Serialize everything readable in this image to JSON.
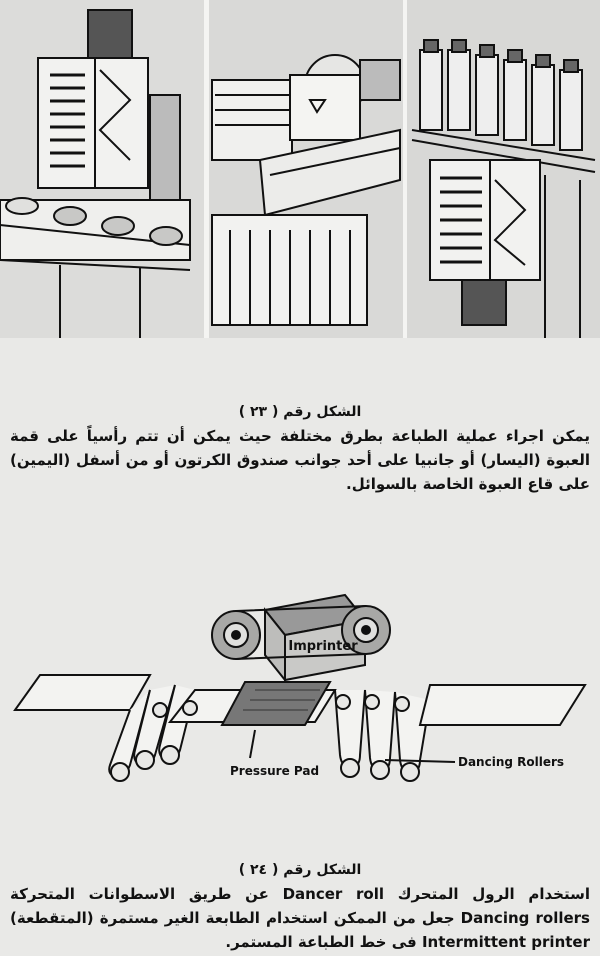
{
  "figure23": {
    "caption": "الشكل رقم ( ٢٣ )",
    "description": "يمكن اجراء عملية الطباعة بطرق مختلفة حيث يمكن أن تتم رأسياً على قمة العبوة (اليسار) أو جانبيا على أحد جوانب صندوق الكرتون أو من أسفل (اليمين) على قاع العبوة الخاصة بالسوائل."
  },
  "figure24": {
    "caption": "الشكل رقم ( ٢٤ )",
    "labels": {
      "imprinter": "Imprinter",
      "pressure_pad": "Pressure Pad",
      "dancing_rollers": "Dancing Rollers"
    },
    "description": "استخدام الرول المتحرك Dancer roll عن طريق الاسطوانات المتحركة Dancing rollers جعل من الممكن استخدام الطابعة الغير مستمرة (المتقطعة) Intermittent printer فى خط الطباعة المستمر."
  }
}
